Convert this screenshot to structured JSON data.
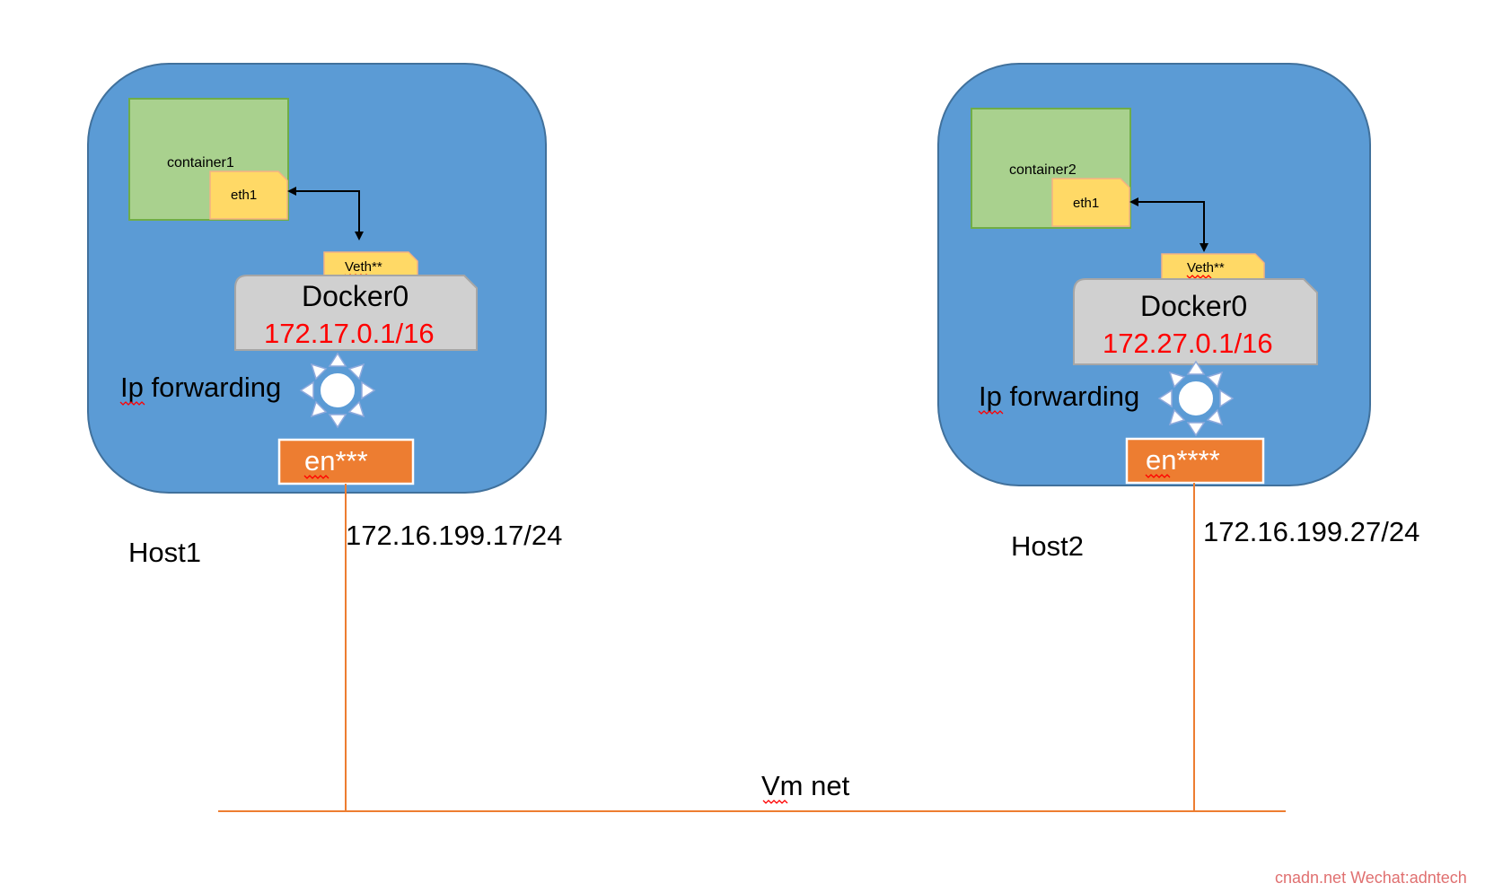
{
  "hosts": [
    {
      "name": "Host1",
      "container": "container1",
      "eth": "eth1",
      "veth": "Veth**",
      "bridge": "Docker0",
      "bridge_ip": "172.17.0.1/16",
      "forwarding": "Ip forwarding",
      "nic": "en***",
      "nic_ip": "172.16.199.17/24"
    },
    {
      "name": "Host2",
      "container": "container2",
      "eth": "eth1",
      "veth": "Veth**",
      "bridge": "Docker0",
      "bridge_ip": "172.27.0.1/16",
      "forwarding": "Ip forwarding",
      "nic": "en****",
      "nic_ip": "172.16.199.27/24"
    }
  ],
  "network": {
    "label": "Vm net"
  },
  "watermark": "cnadn.net Wechat:adntech",
  "colors": {
    "host": "#5b9bd5",
    "container": "#a9d18e",
    "interface_tab": "#ffd966",
    "bridge": "#d0d0d0",
    "nic": "#ed7d31",
    "bridge_ip_text": "#ff0000",
    "network_line": "#ed7d31"
  }
}
